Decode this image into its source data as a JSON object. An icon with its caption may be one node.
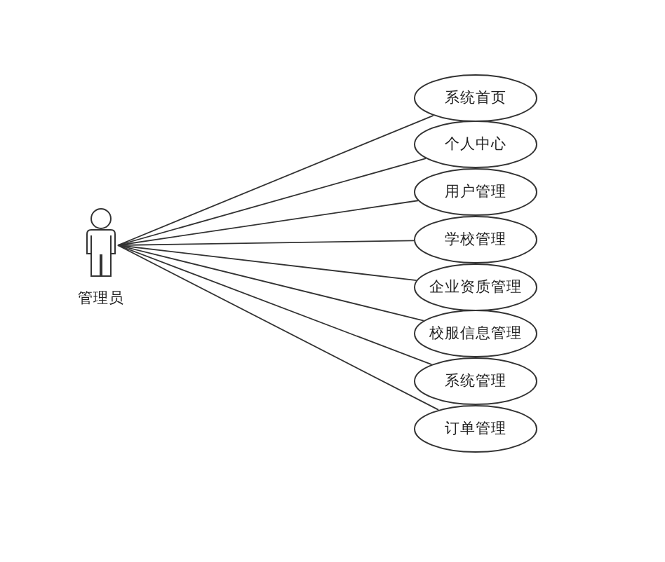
{
  "diagram": {
    "nodes": [
      {
        "text": [
          "管理员"
        ]
      },
      {
        "text": [
          "系统首页"
        ]
      },
      {
        "text": [
          "个人中心"
        ]
      },
      {
        "text": [
          "用户管理"
        ]
      },
      {
        "text": [
          "学校管理"
        ]
      },
      {
        "text": [
          "企业资质管理"
        ]
      },
      {
        "text": [
          "校服信息管理"
        ]
      },
      {
        "text": [
          "系统管理"
        ]
      },
      {
        "text": [
          "订单管理"
        ]
      }
    ],
    "edges": [
      {
        "from": 0,
        "to": 1,
        "arrow": "none"
      },
      {
        "from": 0,
        "to": 2,
        "arrow": "none"
      },
      {
        "from": 0,
        "to": 3,
        "arrow": "none"
      },
      {
        "from": 0,
        "to": 4,
        "arrow": "none"
      },
      {
        "from": 0,
        "to": 5,
        "arrow": "none"
      },
      {
        "from": 0,
        "to": 6,
        "arrow": "none"
      },
      {
        "from": 0,
        "to": 7,
        "arrow": "none"
      },
      {
        "from": 0,
        "to": 8,
        "arrow": "none"
      }
    ]
  }
}
